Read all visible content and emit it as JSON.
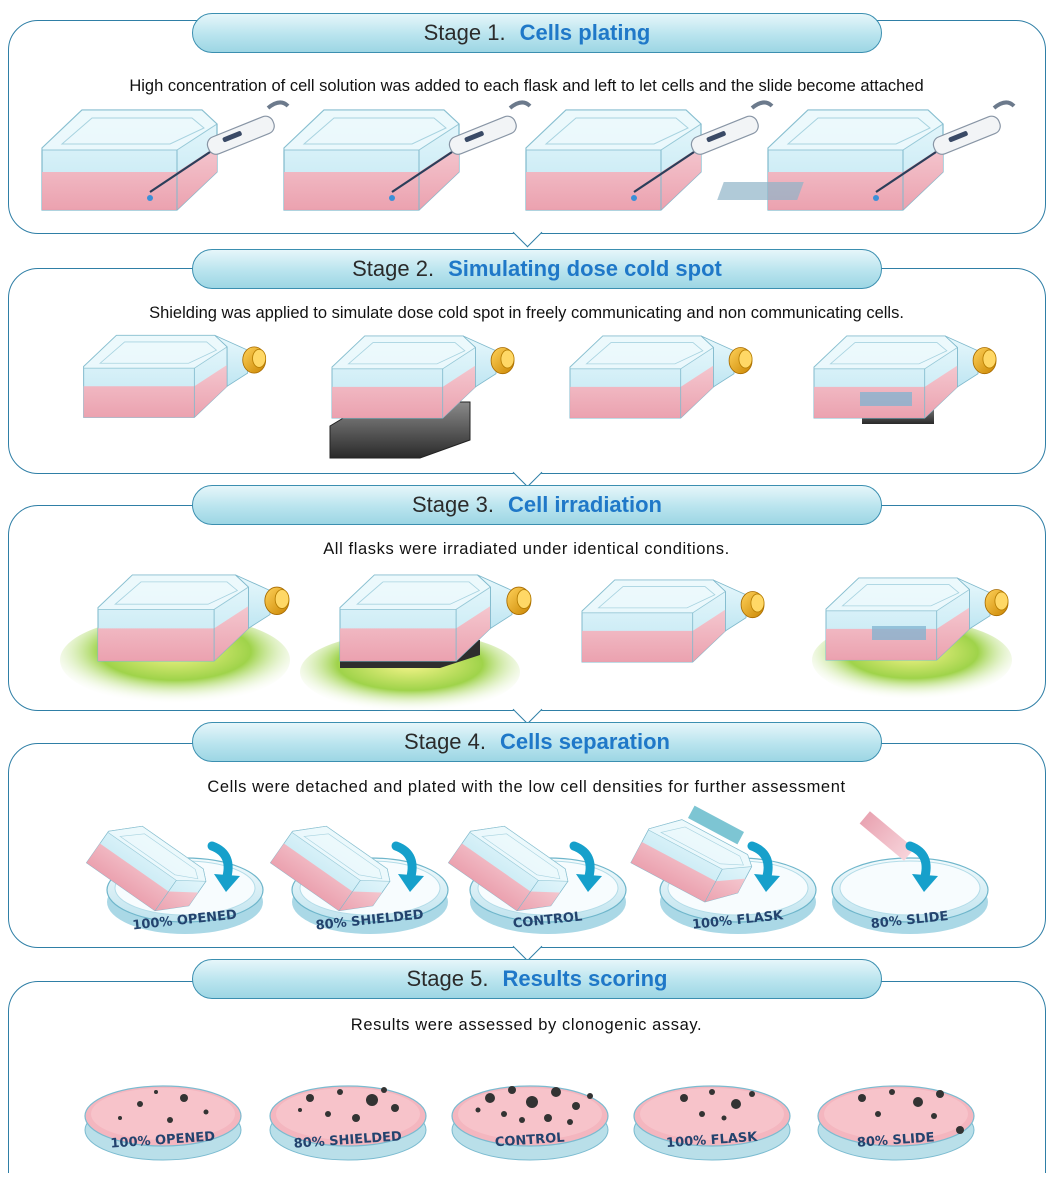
{
  "stages": [
    {
      "number": "Stage 1.",
      "title": "Cells plating",
      "description": "High concentration of cell solution was added to each flask and left to let cells and the slide become attached"
    },
    {
      "number": "Stage 2.",
      "title": "Simulating dose cold spot",
      "description": "Shielding was applied to simulate dose cold spot in freely communicating and non communicating cells."
    },
    {
      "number": "Stage 3.",
      "title": "Cell irradiation",
      "description": "All flasks were irradiated under identical conditions."
    },
    {
      "number": "Stage 4.",
      "title": "Cells separation",
      "description": "Cells were detached and plated with the low cell densities for further assessment"
    },
    {
      "number": "Stage 5.",
      "title": "Results scoring",
      "description": "Results were assessed by clonogenic assay."
    }
  ],
  "dish_labels": [
    "100% OPENED",
    "80% SHIELDED",
    "CONTROL",
    "100% FLASK",
    "80% SLIDE"
  ],
  "colors": {
    "border": "#2f7fa6",
    "header_fill": "#b9e4ee",
    "title_blue": "#1f78c8",
    "medium_pink": "#f4a9b4",
    "flask_glass": "#cfeff8",
    "cap_orange": "#e8a317",
    "shield_dark": "#3a3a3a",
    "radiation_green": "#7cc23a",
    "radiation_yellow": "#f2f07a",
    "arrow_teal": "#1aa0c8"
  },
  "icons": [
    "pipette-icon",
    "flask-icon",
    "flask-cap-icon",
    "shield-plate-icon",
    "radiation-glow-icon",
    "petri-dish-icon",
    "pour-arrow-icon",
    "colony-icon",
    "slide-icon"
  ]
}
